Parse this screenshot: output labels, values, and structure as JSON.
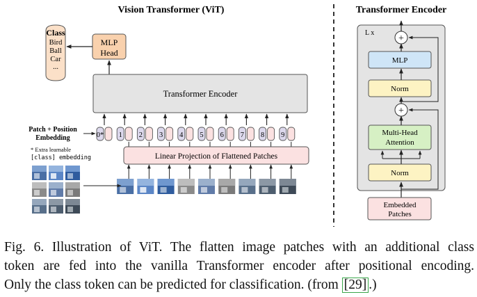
{
  "vit_title": "Vision Transformer (ViT)",
  "encoder_title": "Transformer Encoder",
  "class_box": {
    "heading": "Class",
    "items": [
      "Bird",
      "Ball",
      "Car",
      "..."
    ]
  },
  "mlp_head": {
    "line1": "MLP",
    "line2": "Head"
  },
  "transformer_encoder_label": "Transformer Encoder",
  "patch_position_label": {
    "line1": "Patch + Position",
    "line2": "Embedding"
  },
  "extra_note": {
    "line1": "* Extra learnable",
    "line2": "[class] embedding"
  },
  "tokens": [
    "0*",
    "1",
    "2",
    "3",
    "4",
    "5",
    "6",
    "7",
    "8",
    "9"
  ],
  "linear_projection_label": "Linear Projection of Flattened Patches",
  "encoder_block": {
    "repeat_label": "L x",
    "plus": "+",
    "mlp": "MLP",
    "norm": "Norm",
    "attention": {
      "line1": "Multi-Head",
      "line2": "Attention"
    },
    "embedded_patches": {
      "line1": "Embedded",
      "line2": "Patches"
    }
  },
  "caption": {
    "line1": "Fig. 6.  Illustration of ViT. The flatten image patches with an additional class",
    "line2": "token are fed into the vanilla Transformer encoder after positional encoding.",
    "line3_before": "Only the class token can be predicted for classification. (from ",
    "ref": "[29]",
    "line3_after": ".)"
  },
  "colors": {
    "class_fill": "#fbe0c8",
    "mlp_head_fill": "#f9d1ad",
    "encoder_fill": "#e4e4e4",
    "projection_fill": "#fbe1e1",
    "embedded_fill": "#fbe1e1",
    "position_fill": "#dcd8ec",
    "mlp_fill": "#cfe5f7",
    "norm_fill": "#fdf3c3",
    "attention_fill": "#d6f0c4",
    "ref_border": "#3aa64a"
  }
}
